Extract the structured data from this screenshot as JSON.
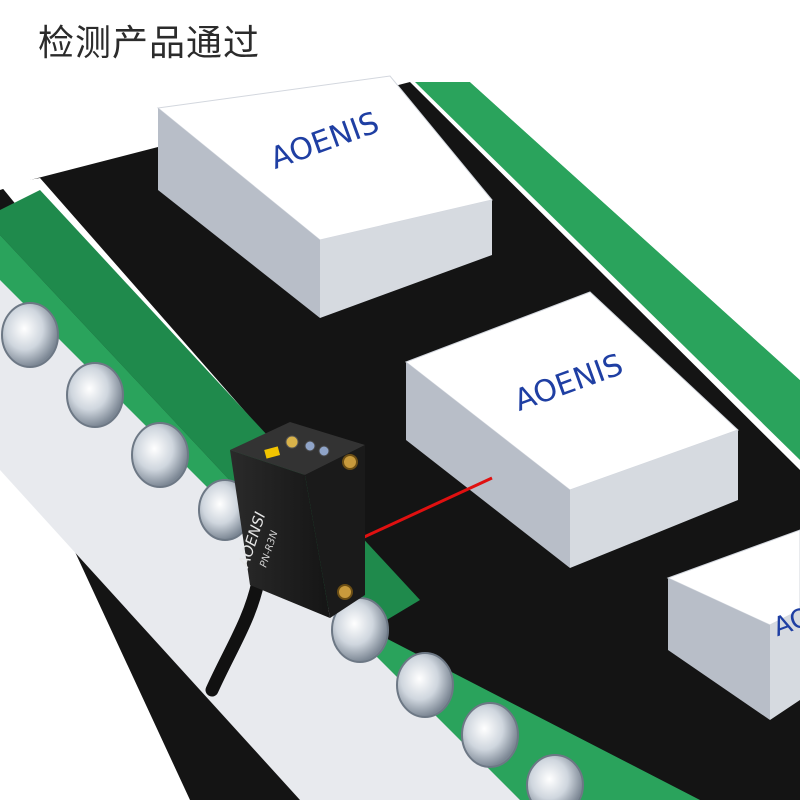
{
  "caption": "检测产品通过",
  "boxes": [
    {
      "label": "AOENIS"
    },
    {
      "label": "AOENIS"
    },
    {
      "label": "AO"
    }
  ],
  "sensor": {
    "brand": "AOENSI",
    "model": "PN-R3N"
  },
  "colors": {
    "belt": "#141414",
    "rail": "#1f8a4c",
    "rail_top": "#2aa35c",
    "box_top": "#ffffff",
    "box_side": "#c9ced6",
    "box_text": "#1f3fa3",
    "laser": "#e01010",
    "sensor_body": "#1e1e1e"
  },
  "icons": [
    "laser-beam-icon",
    "cable-icon",
    "roller-icon",
    "mounting-hole-icon",
    "led-indicator-icon",
    "adjust-screw-icon"
  ]
}
